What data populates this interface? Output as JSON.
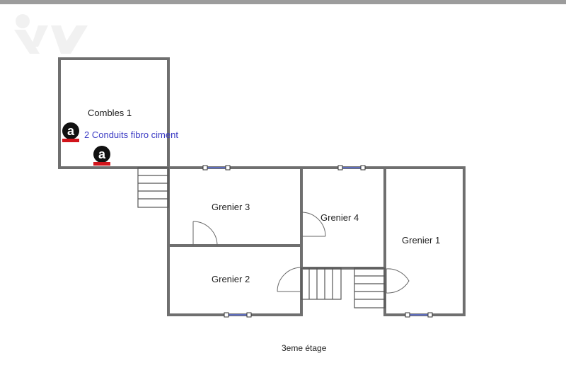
{
  "rooms": {
    "combles1": "Combles 1",
    "grenier3": "Grenier 3",
    "grenier4": "Grenier 4",
    "grenier2": "Grenier 2",
    "grenier1": "Grenier 1"
  },
  "annotation": {
    "text": "2 Conduits fibro ciment",
    "marker_letter": "a",
    "marker_color": "#d1141b"
  },
  "caption": "3eme étage",
  "colors": {
    "wall": "#6f6f6f",
    "window": "#5a6ed8",
    "annotation_text": "#3b3bc4"
  }
}
